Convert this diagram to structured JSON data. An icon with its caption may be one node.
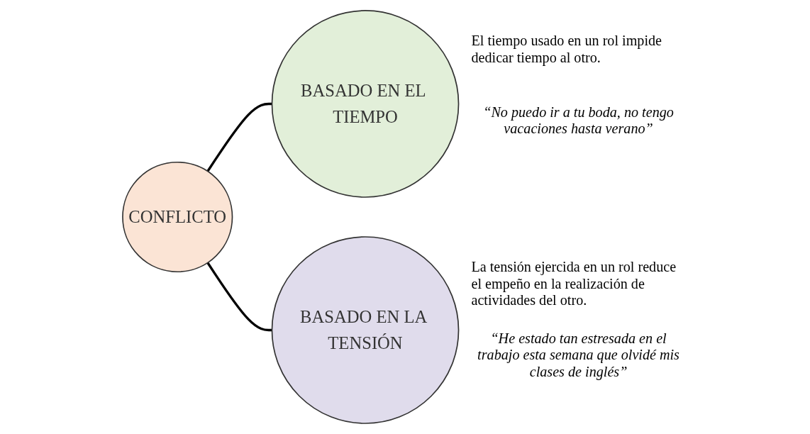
{
  "diagram": {
    "nodes": [
      {
        "text": [
          "CONFLICTO"
        ]
      },
      {
        "text": [
          "BASADO EN EL TIEMPO"
        ],
        "beside": [
          "El tiempo usado en un rol impide dedicar tiempo al otro.",
          "“No puedo ir a tu boda, no tengo vacaciones hasta verano”"
        ]
      },
      {
        "text": [
          "BASADO EN LA TENSIÓN"
        ],
        "beside": [
          "La tensión ejercida en un rol reduce el empeño en la realización de actividades del otro.",
          "“He estado tan estresada en el trabajo esta semana que olvidé mis clases de inglés”"
        ]
      }
    ],
    "edges": [
      {
        "from": 0,
        "to": 1,
        "arrow": "none"
      },
      {
        "from": 0,
        "to": 2,
        "arrow": "none"
      }
    ]
  }
}
